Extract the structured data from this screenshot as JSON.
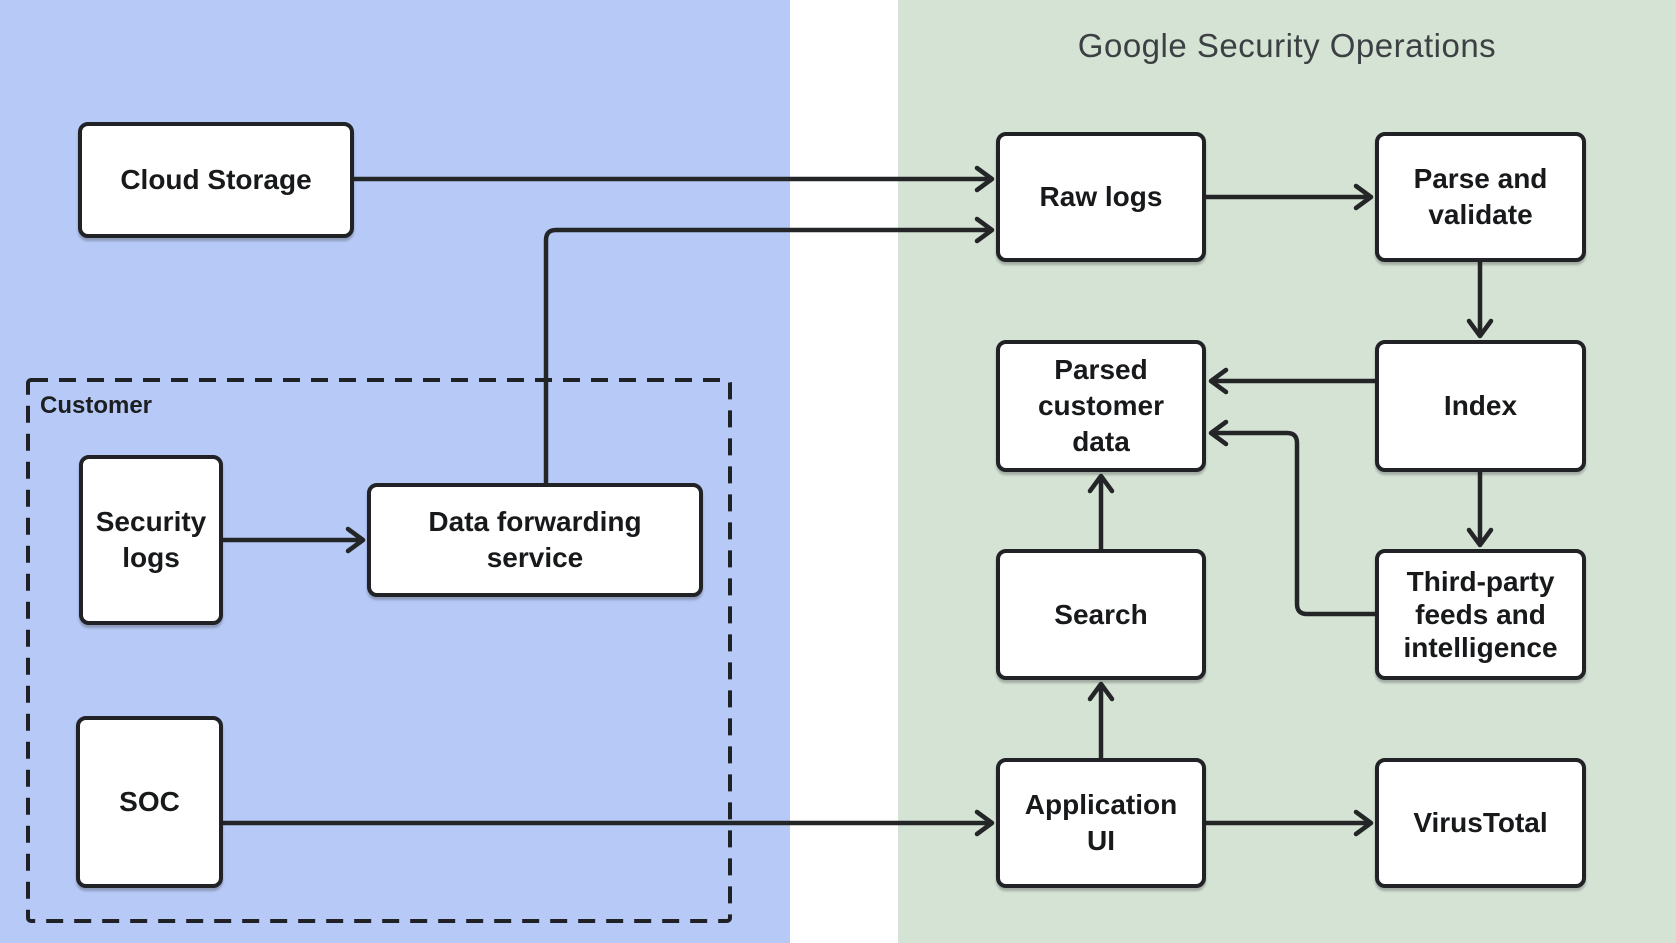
{
  "diagram": {
    "title": "Google Security Operations",
    "customer_boundary_label": "Customer",
    "type": "flowchart",
    "nodes": [
      {
        "id": "cloud-storage",
        "label": "Cloud Storage",
        "region": "customer"
      },
      {
        "id": "security-logs",
        "label": "Security logs",
        "region": "customer-boundary"
      },
      {
        "id": "data-forwarding-service",
        "label": "Data forwarding service",
        "region": "customer-boundary"
      },
      {
        "id": "soc",
        "label": "SOC",
        "region": "customer-boundary"
      },
      {
        "id": "raw-logs",
        "label": "Raw logs",
        "region": "google-security-operations"
      },
      {
        "id": "parse-and-validate",
        "label": "Parse and validate",
        "region": "google-security-operations"
      },
      {
        "id": "parsed-customer-data",
        "label": "Parsed customer data",
        "region": "google-security-operations"
      },
      {
        "id": "index",
        "label": "Index",
        "region": "google-security-operations"
      },
      {
        "id": "search",
        "label": "Search",
        "region": "google-security-operations"
      },
      {
        "id": "third-party-feeds",
        "label": "Third-party feeds and intelligence",
        "region": "google-security-operations"
      },
      {
        "id": "application-ui",
        "label": "Application UI",
        "region": "google-security-operations"
      },
      {
        "id": "virustotal",
        "label": "VirusTotal",
        "region": "google-security-operations"
      }
    ],
    "edges": [
      {
        "from": "cloud-storage",
        "to": "raw-logs"
      },
      {
        "from": "data-forwarding-service",
        "to": "raw-logs"
      },
      {
        "from": "security-logs",
        "to": "data-forwarding-service"
      },
      {
        "from": "soc",
        "to": "application-ui"
      },
      {
        "from": "raw-logs",
        "to": "parse-and-validate"
      },
      {
        "from": "parse-and-validate",
        "to": "index"
      },
      {
        "from": "index",
        "to": "parsed-customer-data"
      },
      {
        "from": "index",
        "to": "third-party-feeds"
      },
      {
        "from": "third-party-feeds",
        "to": "parsed-customer-data"
      },
      {
        "from": "search",
        "to": "parsed-customer-data"
      },
      {
        "from": "application-ui",
        "to": "search"
      },
      {
        "from": "application-ui",
        "to": "virustotal"
      }
    ],
    "colors": {
      "customer_region_bg": "#b7c9f6",
      "google_region_bg": "#d5e3d5",
      "node_bg": "#ffffff",
      "node_border": "#202225",
      "line": "#232527",
      "node_text": "#17191b",
      "title_text": "#3c4043"
    }
  }
}
